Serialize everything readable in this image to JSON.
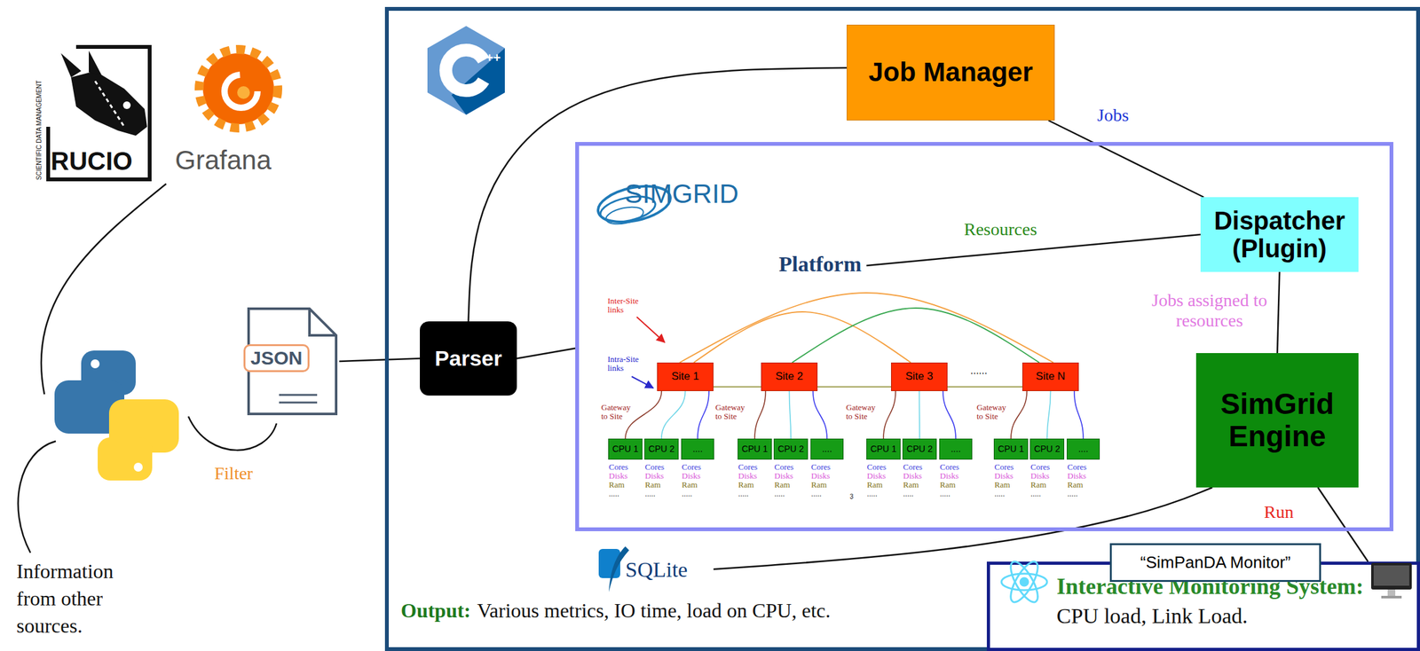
{
  "diagram": {
    "nodes": [
      {
        "text": [
          "JSON"
        ]
      },
      {
        "text": [
          "Output:",
          "Various metrics, IO time, load on CPU, etc."
        ]
      },
      {
        "text": [
          "Job Manager"
        ],
        "in": 1
      },
      {
        "text": [
          "Platform"
        ],
        "in": 1
      },
      {
        "text": [
          "Dispatcher (Plugin)"
        ],
        "in": 3
      },
      {
        "text": [
          "SimGrid Engine"
        ],
        "in": 3
      },
      {
        "text": [
          "Parser"
        ],
        "in": 1
      },
      {
        "text": [
          "Site 1"
        ],
        "in": 3
      },
      {
        "text": [
          "Site 2"
        ],
        "in": 3
      },
      {
        "text": [
          "Site 3"
        ],
        "in": 3
      },
      {
        "text": [
          "Site N"
        ],
        "in": 3
      },
      {
        "text": [
          "CPU 1",
          "Cores",
          "Disks",
          "Ram",
          "....."
        ],
        "in": 3
      },
      {
        "text": [
          "CPU 2",
          "Cores",
          "Disks",
          "Ram",
          "....."
        ],
        "in": 3
      },
      {
        "text": [
          "....",
          "Cores",
          "Disks",
          "Ram",
          "....."
        ],
        "in": 3
      },
      {
        "text": [
          "CPU 1",
          "Cores",
          "Disks",
          "Ram",
          "....."
        ],
        "in": 3
      },
      {
        "text": [
          "CPU 2",
          "Cores",
          "Disks",
          "Ram",
          "....."
        ],
        "in": 3
      },
      {
        "text": [
          "....",
          "Cores",
          "Disks",
          "Ram",
          "....."
        ],
        "in": 3
      },
      {
        "text": [
          "CPU 1",
          "Cores",
          "Disks",
          "Ram",
          "....."
        ],
        "in": 3
      },
      {
        "text": [
          "CPU 2",
          "Cores",
          "Disks",
          "Ram",
          "....."
        ],
        "in": 3
      },
      {
        "text": [
          "....",
          "Cores",
          "Disks",
          "Ram",
          "....."
        ],
        "in": 3
      },
      {
        "text": [
          "CPU 1",
          "Cores",
          "Disks",
          "Ram",
          "....."
        ],
        "in": 3
      },
      {
        "text": [
          "CPU 2",
          "Cores",
          "Disks",
          "Ram",
          "....."
        ],
        "in": 3
      },
      {
        "text": [
          "....",
          "Cores",
          "Disks",
          "Ram",
          "....."
        ],
        "in": 3
      },
      {
        "text": [
          "SQLite"
        ],
        "in": 1
      },
      {
        "text": [
          "Interactive Monitoring System:",
          "CPU load, Link Load."
        ],
        "in": 1
      },
      {
        "text": [
          "“SimPanDA Monitor”"
        ],
        "in": 24
      }
    ],
    "edges": [
      {
        "from": 0,
        "to": 6,
        "arrow": "none"
      },
      {
        "from": 6,
        "to": 2,
        "arrow": "none"
      },
      {
        "from": 6,
        "to": 3,
        "arrow": "none"
      },
      {
        "from": 2,
        "to": 4,
        "label": "Jobs",
        "arrow": "none"
      },
      {
        "from": 4,
        "to": 3,
        "label": "Resources",
        "arrow": "none"
      },
      {
        "from": 4,
        "to": 5,
        "label": "Jobs assigned to resources",
        "arrow": "none"
      },
      {
        "from": 5,
        "to": 23,
        "arrow": "none"
      },
      {
        "from": 5,
        "to": 24,
        "arrow": "none"
      },
      {
        "from": 7,
        "to": 11,
        "arrow": "none"
      },
      {
        "from": 7,
        "to": 12,
        "arrow": "none"
      },
      {
        "from": 7,
        "to": 13,
        "arrow": "none"
      },
      {
        "from": 8,
        "to": 14,
        "arrow": "none"
      },
      {
        "from": 8,
        "to": 15,
        "arrow": "none"
      },
      {
        "from": 8,
        "to": 16,
        "arrow": "none"
      },
      {
        "from": 9,
        "to": 17,
        "arrow": "none"
      },
      {
        "from": 9,
        "to": 18,
        "arrow": "none"
      },
      {
        "from": 9,
        "to": 19,
        "arrow": "none"
      },
      {
        "from": 10,
        "to": 20,
        "arrow": "none"
      },
      {
        "from": 10,
        "to": 21,
        "arrow": "none"
      },
      {
        "from": 10,
        "to": 22,
        "arrow": "none"
      },
      {
        "from": 7,
        "to": 9,
        "arrow": "none"
      },
      {
        "from": 7,
        "to": 10,
        "arrow": "none"
      },
      {
        "from": 8,
        "to": 10,
        "arrow": "none"
      },
      {
        "from": 7,
        "to": 8,
        "arrow": "none"
      },
      {
        "from": 8,
        "to": 9,
        "arrow": "none"
      },
      {
        "from": 9,
        "to": 10,
        "arrow": "none"
      }
    ],
    "labels": [
      "SCIENTIFIC DATA MANAGEMENT",
      "RUCIO",
      "Grafana",
      "Filter",
      "Information from other sources.",
      "++",
      "SIMGRID",
      "Inter-Site links",
      "Intra-Site links",
      "Gateway to Site",
      "Gateway to Site",
      "Gateway to Site",
      "Gateway to Site",
      "......",
      "3",
      "Run"
    ]
  }
}
